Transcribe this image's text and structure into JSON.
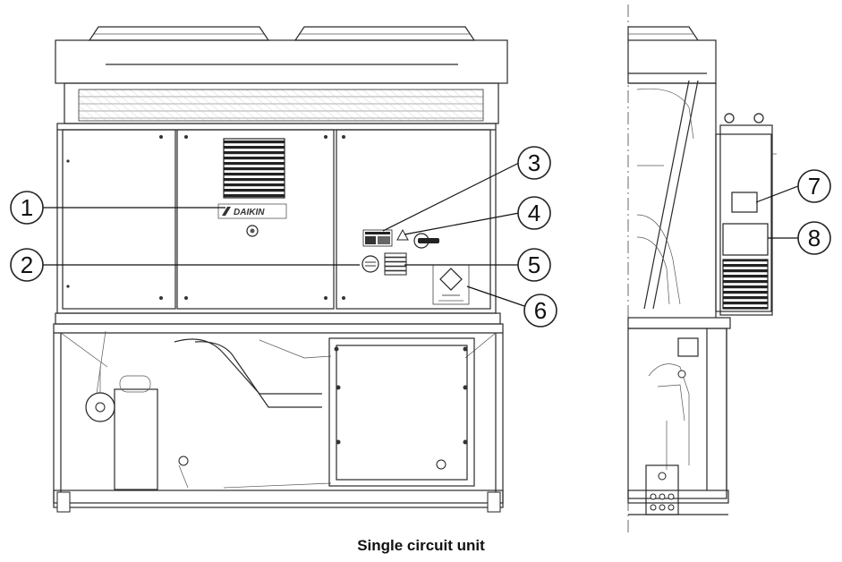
{
  "caption": "Single circuit unit",
  "logo_text": "DAIKIN",
  "callouts": [
    {
      "num": "1",
      "target": "logo"
    },
    {
      "num": "2",
      "target": "round-label"
    },
    {
      "num": "3",
      "target": "warning-label"
    },
    {
      "num": "4",
      "target": "hazard-label"
    },
    {
      "num": "5",
      "target": "rating-label"
    },
    {
      "num": "6",
      "target": "refrigerant-label"
    },
    {
      "num": "7",
      "target": "panel-label-upper"
    },
    {
      "num": "8",
      "target": "panel-label-lower"
    }
  ],
  "colors": {
    "line": "#2a2a2a",
    "background": "#ffffff"
  }
}
